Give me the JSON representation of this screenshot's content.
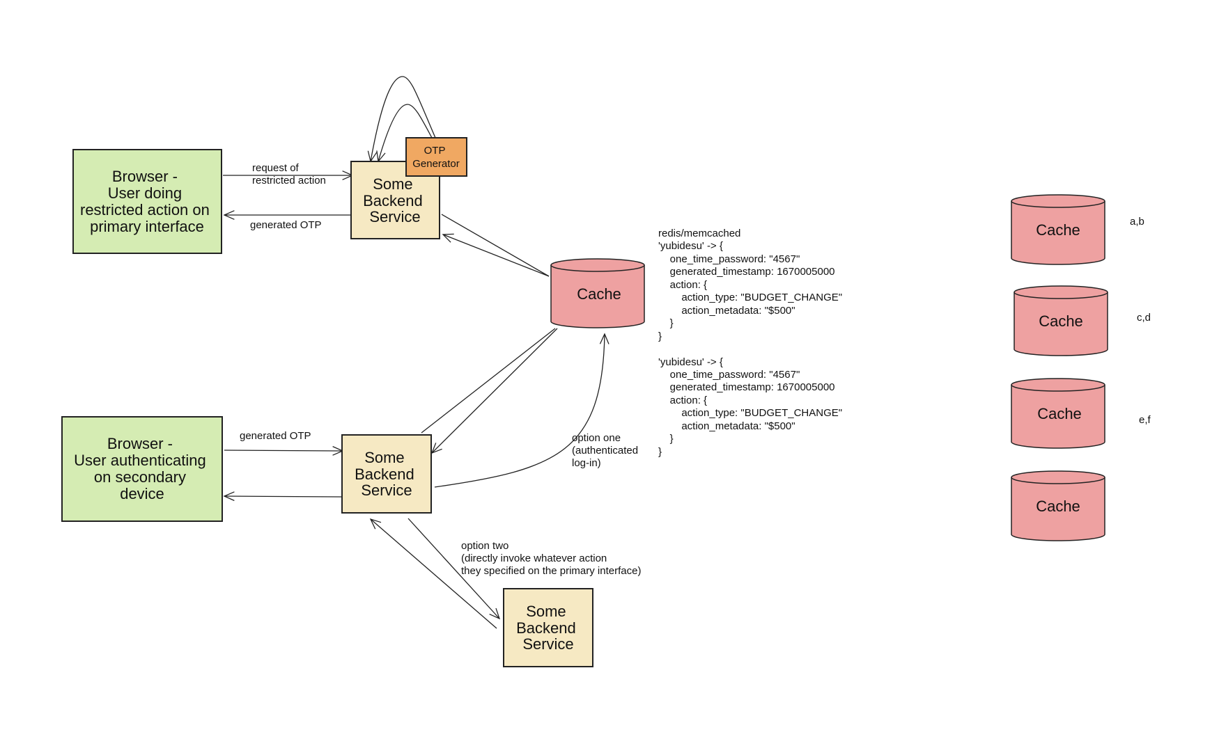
{
  "colors": {
    "browser_fill": "#d5ecb3",
    "service_fill": "#f6e9c3",
    "otp_fill": "#f0a862",
    "cache_fill": "#eea1a1",
    "stroke": "#222222"
  },
  "browser_primary": {
    "lines": [
      "Browser -",
      "User doing",
      "restricted action on",
      "primary interface"
    ]
  },
  "browser_secondary": {
    "lines": [
      "Browser -",
      "User authenticating",
      "on secondary",
      "device"
    ]
  },
  "service_top": {
    "lines": [
      "Some",
      "Backend",
      "Service"
    ]
  },
  "service_mid": {
    "lines": [
      "Some",
      "Backend",
      "Service"
    ]
  },
  "service_bottom": {
    "lines": [
      "Some",
      "Backend",
      "Service"
    ]
  },
  "otp_generator": {
    "lines": [
      "OTP",
      "Generator"
    ]
  },
  "cache_main": {
    "label": "Cache"
  },
  "edge_labels": {
    "request": [
      "request of",
      "restricted action"
    ],
    "generated_otp_top": "generated OTP",
    "generated_otp_mid": "generated OTP",
    "option_one": [
      "option one",
      "(authenticated",
      "log-in)"
    ],
    "option_two": [
      "option two",
      "(directly invoke whatever action",
      "they specified on the primary interface)"
    ]
  },
  "cache_notes": {
    "lines": [
      "redis/memcached",
      "'yubidesu' -> {",
      "    one_time_password: \"4567\"",
      "    generated_timestamp: 1670005000",
      "    action: {",
      "        action_type: \"BUDGET_CHANGE\"",
      "        action_metadata: \"$500\"",
      "    }",
      "}",
      "",
      "'yubidesu' -> {",
      "    one_time_password: \"4567\"",
      "    generated_timestamp: 1670005000",
      "    action: {",
      "        action_type: \"BUDGET_CHANGE\"",
      "        action_metadata: \"$500\"",
      "    }",
      "}"
    ]
  },
  "shard_caches": [
    {
      "label": "Cache",
      "keys": "a,b"
    },
    {
      "label": "Cache",
      "keys": "c,d"
    },
    {
      "label": "Cache",
      "keys": "e,f"
    },
    {
      "label": "Cache",
      "keys": ""
    }
  ]
}
